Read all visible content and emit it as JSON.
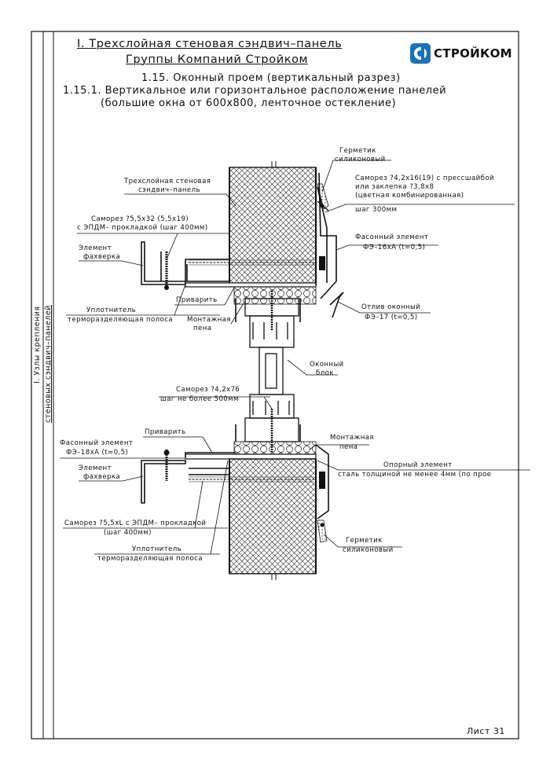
{
  "header": {
    "title_line1": "I. Трехслойная стеновая сэндвич–панель",
    "title_line2": "Группы Компаний Стройком",
    "section": "1.15.  Оконный проем (вертикальный разрез)",
    "subsection_line1": "1.15.1.  Вертикальное или горизонтальное расположение панелей",
    "subsection_line2": "(большие окна от 600х800, ленточное остекление)"
  },
  "logo": {
    "text": "СТРОЙКОМ",
    "icon": "stroykom-logo-icon",
    "color": "#1a73b8"
  },
  "side_tab": {
    "line1": "I. Узлы крепления",
    "line2": "стеновых сэндвич–панелей"
  },
  "sheet": {
    "label": "Лист 31"
  },
  "callouts": {
    "germetik_top_1": "Герметик",
    "germetik_top_2": "силиконовый",
    "panel_1": "Трехслойная стеновая",
    "panel_2": "сэндвич–панель",
    "samorez_right_1": "Саморез ?4,2х16(19) с прессшайбой",
    "samorez_right_2": "или заклепка ?3,8х8",
    "samorez_right_3": "(цветная комбинированная)",
    "samorez_right_4": "шаг 300мм",
    "samorez_left_1": "Саморез ?5,5х32 (5,5х19)",
    "samorez_left_2": "с ЭПДМ– прокладкой (шаг 400мм)",
    "fakh_top_1": "Элемент",
    "fakh_top_2": "фахверка",
    "fason_16_1": "Фасонный элемент",
    "fason_16_2": "ФЭ–16хА (t=0,5)",
    "uplot_top_1": "Уплотнитель",
    "uplot_top_2": "терморазделяющая полоса",
    "privarit_top": "Приварить",
    "pena_top_1": "Монтажная",
    "pena_top_2": "пена",
    "otliv_1": "Отлив оконный",
    "otliv_2": "ФЭ–17 (t=0,5)",
    "okon_1": "Оконный",
    "okon_2": "блок",
    "samorez_mid_1": "Саморез ?4,2х76",
    "samorez_mid_2": "шаг не более 500мм",
    "privarit_bot": "Приварить",
    "fason_18_1": "Фасонный элемент",
    "fason_18_2": "ФЭ–18хА (t=0,5)",
    "pena_bot_1": "Монтажная",
    "pena_bot_2": "пена",
    "opor_1": "Опорный элемент",
    "opor_2": "сталь толщиной не менее 4мм (по прое",
    "fakh_bot_1": "Элемент",
    "fakh_bot_2": "фахверка",
    "samorez_bot_1": "Саморез ?5,5хL с ЭПДМ– прокладкой",
    "samorez_bot_2": "(шаг 400мм)",
    "uplot_bot_1": "Уплотнитель",
    "uplot_bot_2": "терморазделяющая полоса",
    "germetik_bot_1": "Герметик",
    "germetik_bot_2": "силиконовый"
  }
}
